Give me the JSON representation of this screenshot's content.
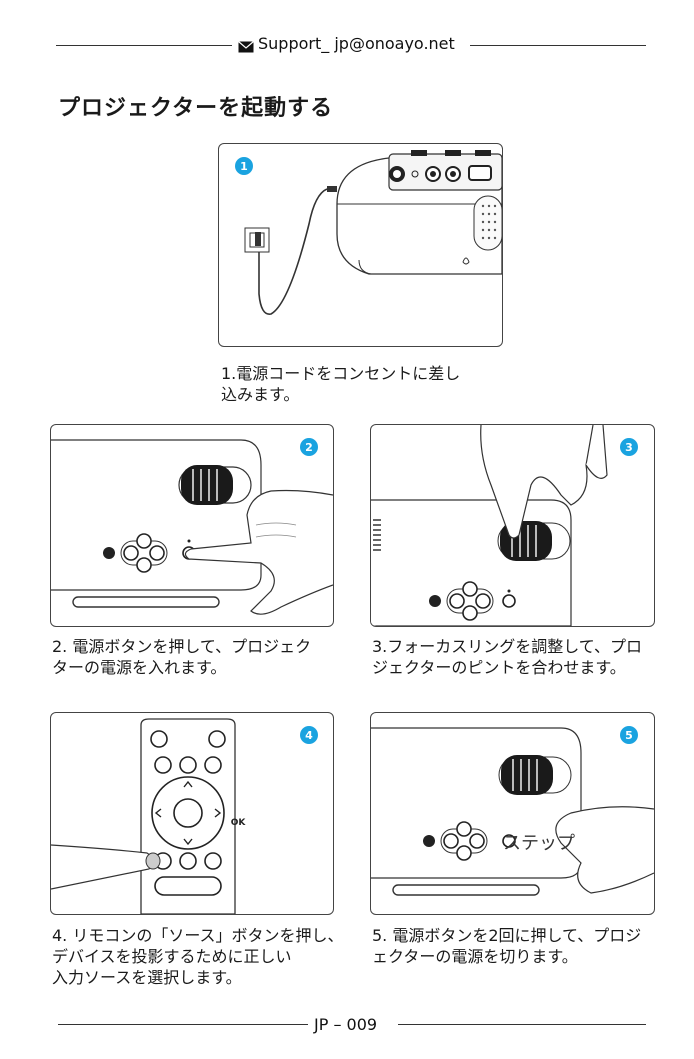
{
  "header": {
    "email": "Support_ jp@onoayo.net",
    "icon": "envelope-icon"
  },
  "page_title": "プロジェクターを起動する",
  "colors": {
    "badge": "#1aa3e0",
    "line": "#333333"
  },
  "steps": [
    {
      "number": "1",
      "caption": "1.電源コードをコンセントに差し\n込みます。"
    },
    {
      "number": "2",
      "caption": "2. 電源ボタンを押して、プロジェク\nターの電源を入れます。"
    },
    {
      "number": "3",
      "caption": "3.フォーカスリングを調整して、プロ\nジェクターのピントを合わせます。"
    },
    {
      "number": "4",
      "caption": "4. リモコンの「ソース」ボタンを押し、\nデバイスを投影するために正しい\n入力ソースを選択します。"
    },
    {
      "number": "5",
      "caption": "5. 電源ボタンを2回に押して、プロジ\nェクターの電源を切ります。"
    }
  ],
  "remote": {
    "ok_label": "OK"
  },
  "step5_overlay_text": "ステップ",
  "footer": {
    "page_label": "JP  –  009"
  }
}
